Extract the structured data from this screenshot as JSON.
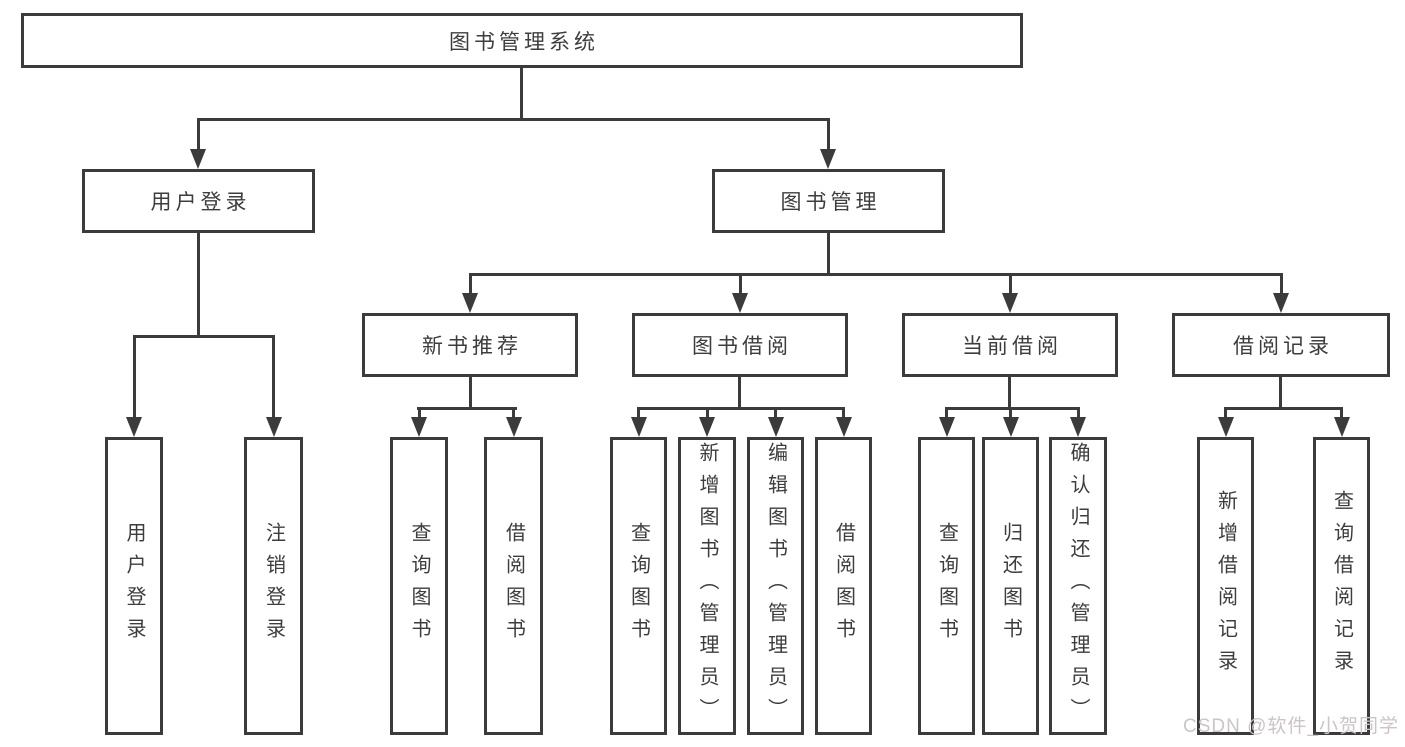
{
  "nodes": {
    "root": "图书管理系统",
    "level2": [
      {
        "label": "用户登录"
      },
      {
        "label": "图书管理"
      }
    ],
    "level3": [
      {
        "label": "新书推荐"
      },
      {
        "label": "图书借阅"
      },
      {
        "label": "当前借阅"
      },
      {
        "label": "借阅记录"
      }
    ],
    "leaves": [
      "用户登录",
      "注销登录",
      "查询图书",
      "借阅图书",
      "查询图书",
      "新增图书（管理员）",
      "编辑图书（管理员）",
      "借阅图书",
      "查询图书",
      "归还图书",
      "确认归还（管理员）",
      "新增借阅记录",
      "查询借阅记录"
    ]
  },
  "watermark": "CSDN @软件_小贺同学",
  "colors": {
    "line": "#3b3b3b",
    "text": "#3d3d3d",
    "watermark": "#ccc4c8",
    "background": "#ffffff"
  }
}
